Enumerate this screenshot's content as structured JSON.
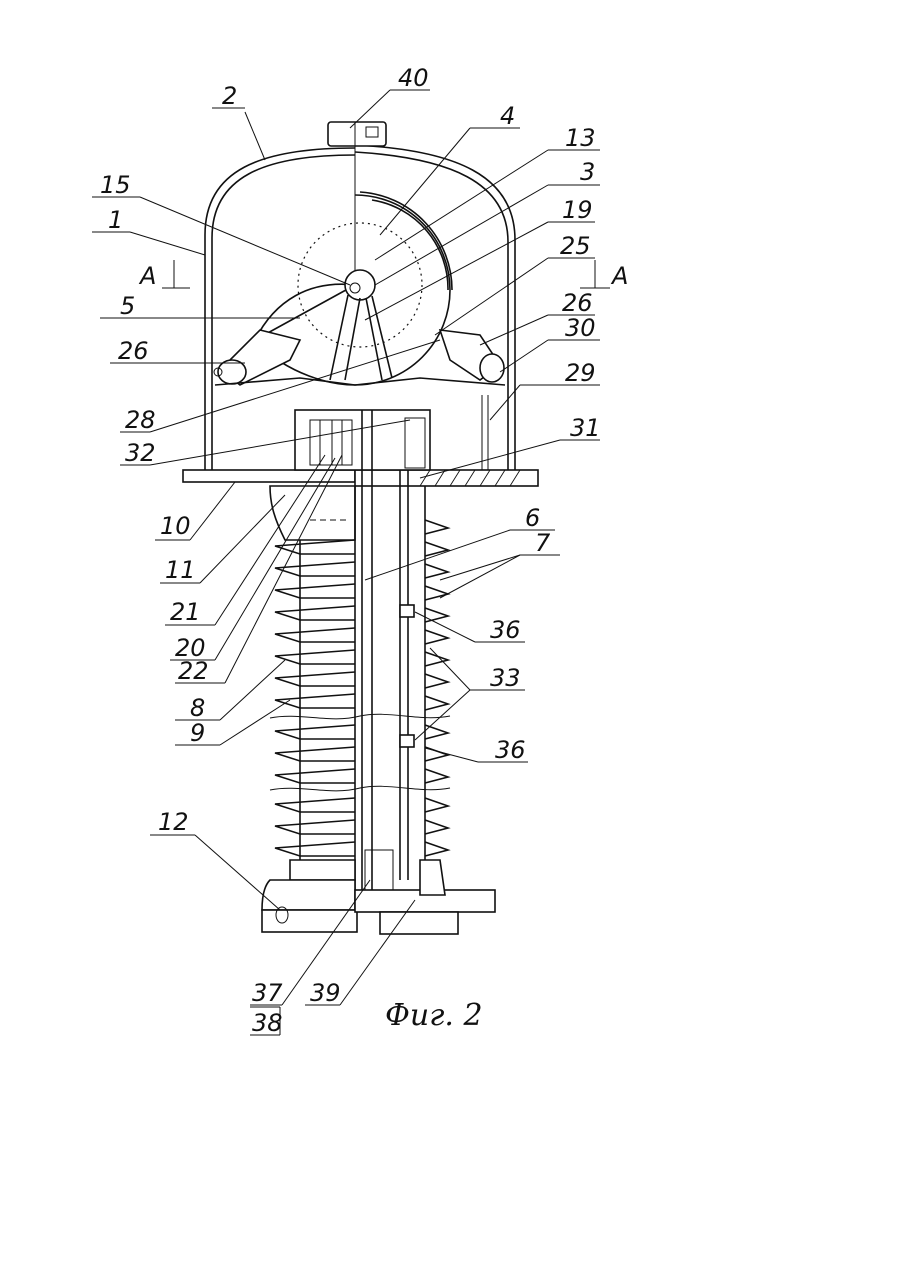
{
  "figure": {
    "caption": "Фиг. 2",
    "section_label": "А",
    "labels": [
      {
        "id": "l40",
        "text": "40"
      },
      {
        "id": "l2",
        "text": "2"
      },
      {
        "id": "l4",
        "text": "4"
      },
      {
        "id": "l13",
        "text": "13"
      },
      {
        "id": "l3",
        "text": "3"
      },
      {
        "id": "l15",
        "text": "15"
      },
      {
        "id": "l19",
        "text": "19"
      },
      {
        "id": "l1",
        "text": "1"
      },
      {
        "id": "l25",
        "text": "25"
      },
      {
        "id": "l5",
        "text": "5"
      },
      {
        "id": "l26a",
        "text": "26"
      },
      {
        "id": "l26b",
        "text": "26"
      },
      {
        "id": "l30",
        "text": "30"
      },
      {
        "id": "l29",
        "text": "29"
      },
      {
        "id": "l28",
        "text": "28"
      },
      {
        "id": "l32",
        "text": "32"
      },
      {
        "id": "l31",
        "text": "31"
      },
      {
        "id": "l10",
        "text": "10"
      },
      {
        "id": "l6",
        "text": "6"
      },
      {
        "id": "l7",
        "text": "7"
      },
      {
        "id": "l11",
        "text": "11"
      },
      {
        "id": "l21",
        "text": "21"
      },
      {
        "id": "l36a",
        "text": "36"
      },
      {
        "id": "l20",
        "text": "20"
      },
      {
        "id": "l22",
        "text": "22"
      },
      {
        "id": "l33",
        "text": "33"
      },
      {
        "id": "l8",
        "text": "8"
      },
      {
        "id": "l9",
        "text": "9"
      },
      {
        "id": "l36b",
        "text": "36"
      },
      {
        "id": "l12",
        "text": "12"
      },
      {
        "id": "l37",
        "text": "37"
      },
      {
        "id": "l38",
        "text": "38"
      },
      {
        "id": "l39",
        "text": "39"
      }
    ]
  }
}
